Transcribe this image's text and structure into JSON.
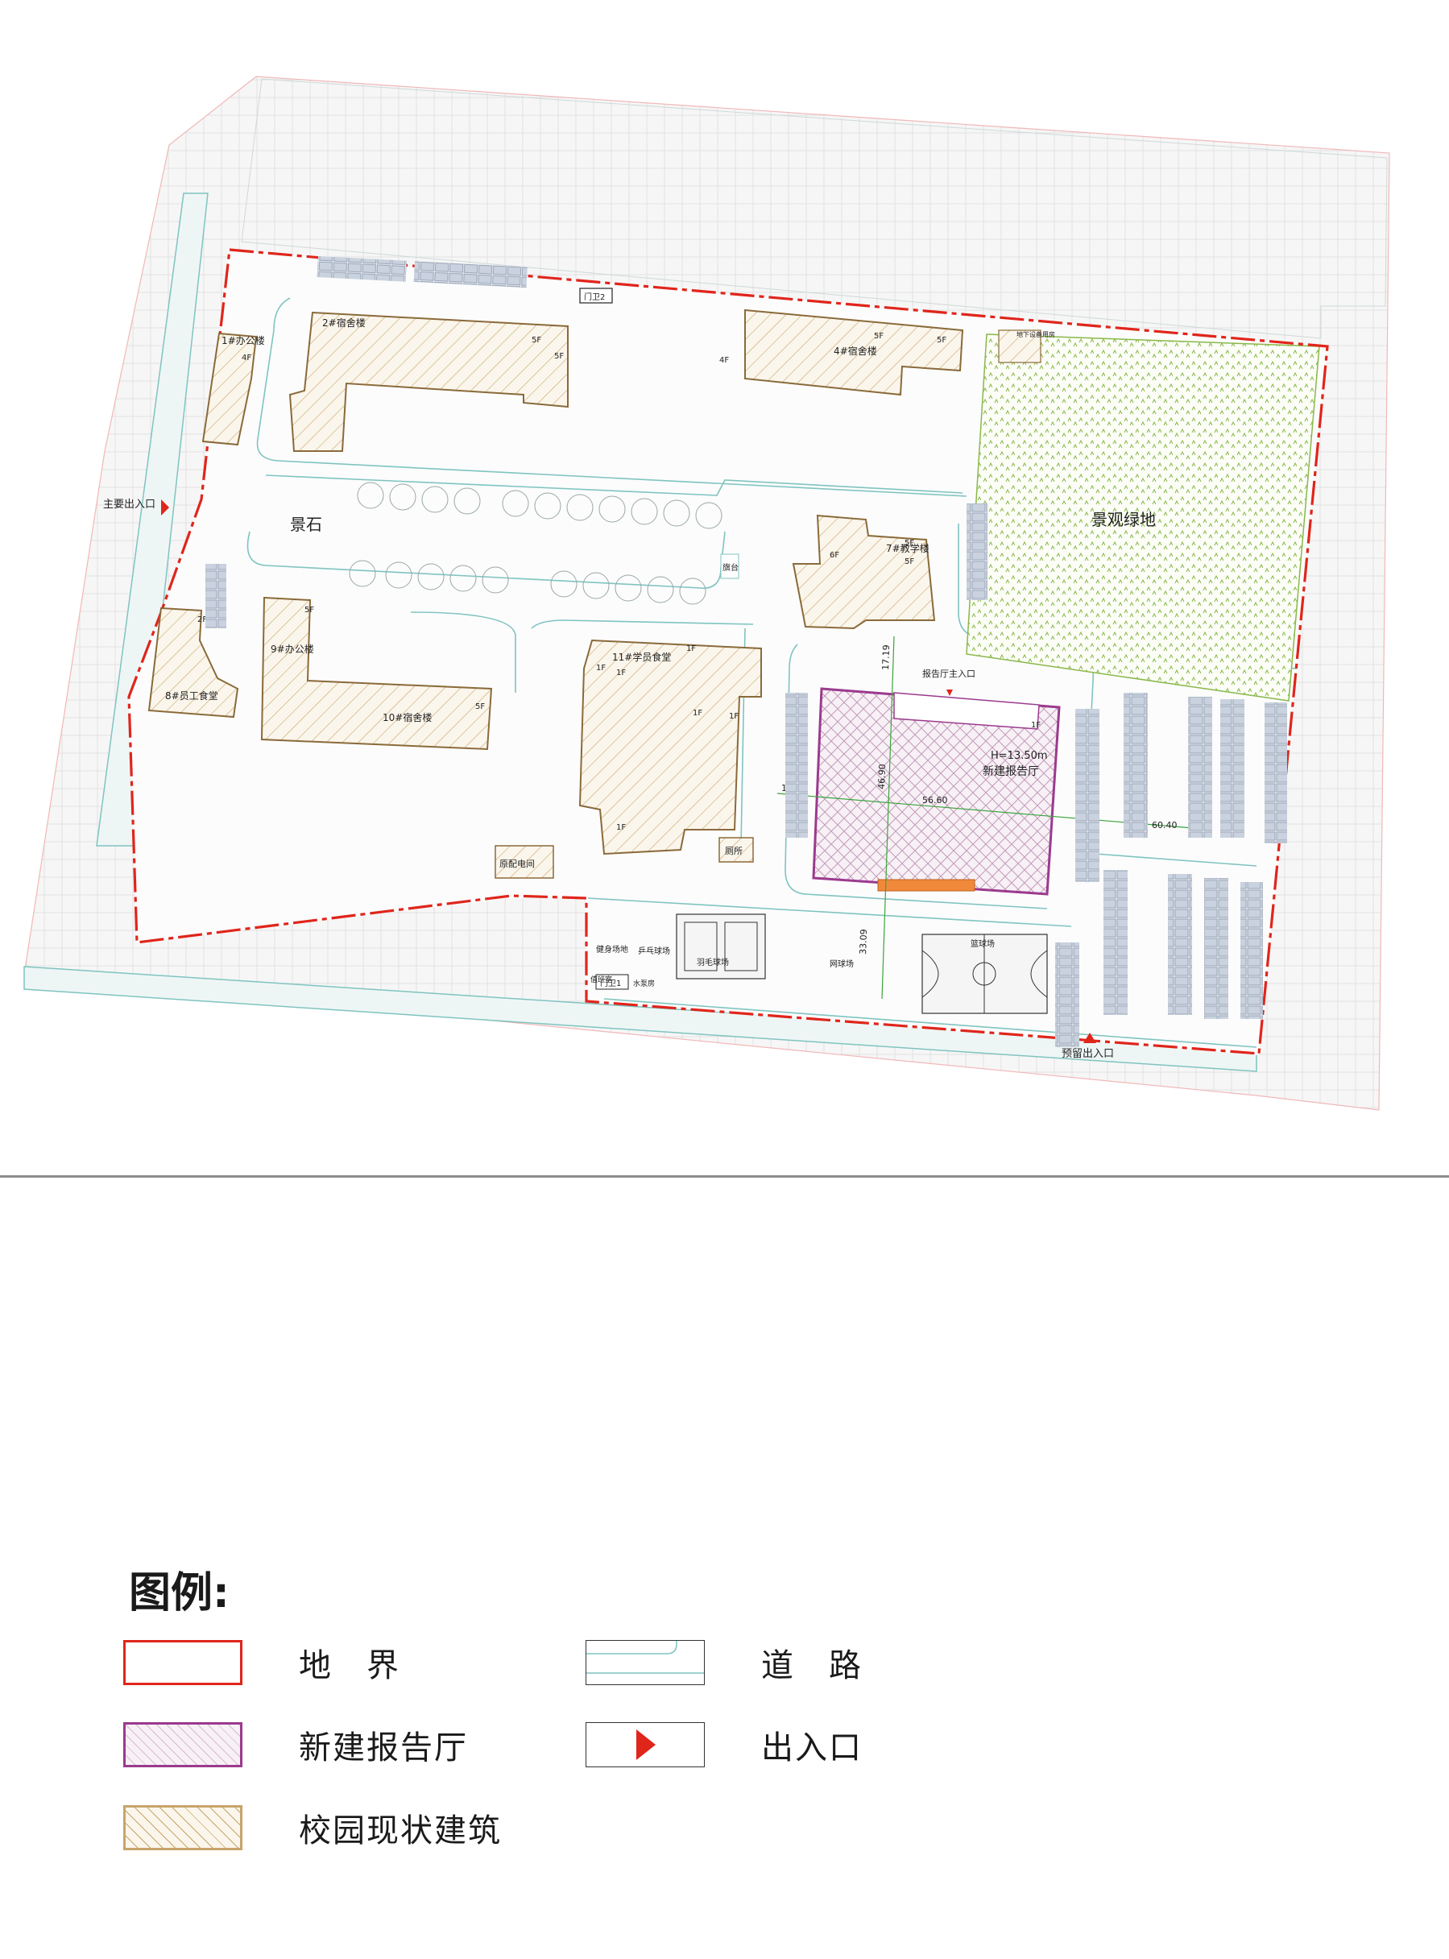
{
  "map": {
    "buildings": {
      "b1": "1#办公楼",
      "b1_floor": "4F",
      "b2": "2#宿舍楼",
      "b2_floor_a": "5F",
      "b2_floor_b": "5F",
      "b2_floor_c": "4F",
      "b4": "4#宿舍楼",
      "b4_floor_a": "5F",
      "b4_floor_b": "5F",
      "b7": "7#教学楼",
      "b7_floor_a": "6F",
      "b7_floor_b": "5F",
      "b7_floor_c": "5F",
      "b8": "8#员工食堂",
      "b8_floor": "2F",
      "b9": "9#办公楼",
      "b9_floor": "5F",
      "b10": "10#宿舍楼",
      "b10_floor": "5F",
      "b11": "11#学员食堂",
      "b11_floor_a": "1F",
      "b11_floor_b": "1F",
      "b11_floor_c": "1F",
      "b11_floor_d": "1F",
      "b11_floor_e": "1F",
      "b11_floor_f": "1F",
      "hall": "新建报告厅",
      "hall_height": "H=13.50m",
      "hall_floor": "1F",
      "substation": "原配电间",
      "toilet": "厕所",
      "flagpole": "旗台",
      "underground": "地下设备用房",
      "guard1": "门卫1",
      "guard2": "门卫2"
    },
    "areas": {
      "green": "景观绿地",
      "rock": "景石",
      "fitness": "健身场地",
      "pingpong": "乒乓球场",
      "tennis": "网球场",
      "basketball": "篮球场",
      "badminton": "羽毛球场",
      "duty": "值班室",
      "wp": "水泵房"
    },
    "entrances": {
      "main": "主要出入口",
      "reserved": "预留出入口",
      "hall_main": "报告厅主入口"
    },
    "dimensions": {
      "d1": "17.19",
      "d2": "46.90",
      "d3": "56.60",
      "d4": "16.84",
      "d5": "60.40",
      "d6": "33.09"
    }
  },
  "legend": {
    "title": "图例:",
    "items": [
      {
        "label": "地　界",
        "key": "boundary"
      },
      {
        "label": "道　路",
        "key": "road"
      },
      {
        "label": "新建报告厅",
        "key": "new-hall"
      },
      {
        "label": "出入口",
        "key": "entrance"
      },
      {
        "label": "校园现状建筑",
        "key": "existing-building"
      }
    ]
  },
  "colors": {
    "boundary": "#e0251b",
    "road": "#7fc4c0",
    "new_hall": "#9b3a8e",
    "existing": "#c8a46a",
    "green": "#8ab84a",
    "entrance": "#e0251b"
  }
}
